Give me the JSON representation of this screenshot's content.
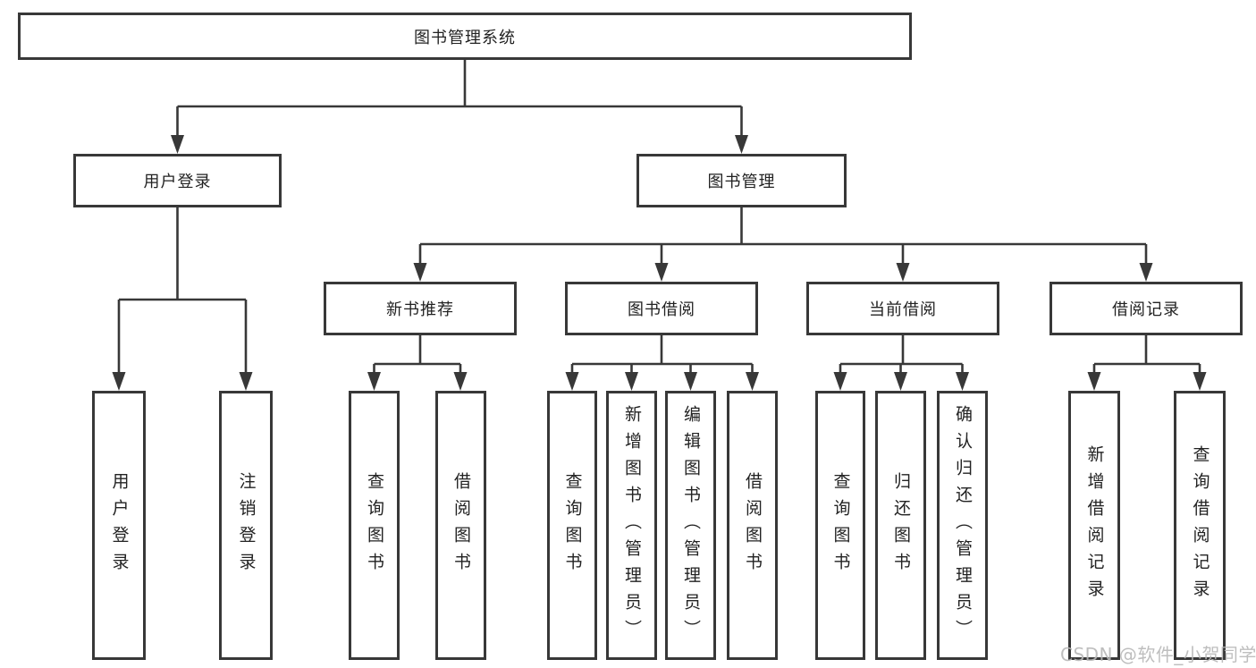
{
  "diagram": {
    "root": {
      "label": "图书管理系统"
    },
    "level2": [
      {
        "label": "用户登录"
      },
      {
        "label": "图书管理"
      }
    ],
    "level3": [
      {
        "label": "新书推荐"
      },
      {
        "label": "图书借阅"
      },
      {
        "label": "当前借阅"
      },
      {
        "label": "借阅记录"
      }
    ],
    "leaves": {
      "user_login": [
        "用户登录",
        "注销登录"
      ],
      "new_book": [
        "查询图书",
        "借阅图书"
      ],
      "book_borrow": [
        "查询图书",
        "新增图书（管理员）",
        "编辑图书（管理员）",
        "借阅图书"
      ],
      "current_borrow": [
        "查询图书",
        "归还图书",
        "确认归还（管理员）"
      ],
      "borrow_records": [
        "新增借阅记录",
        "查询借阅记录"
      ]
    }
  },
  "watermark": {
    "text": "CSDN @软件_小贺同学"
  },
  "colors": {
    "line": "#383838",
    "text": "#222222",
    "watermark": "#b8b8b8",
    "background": "#ffffff"
  }
}
